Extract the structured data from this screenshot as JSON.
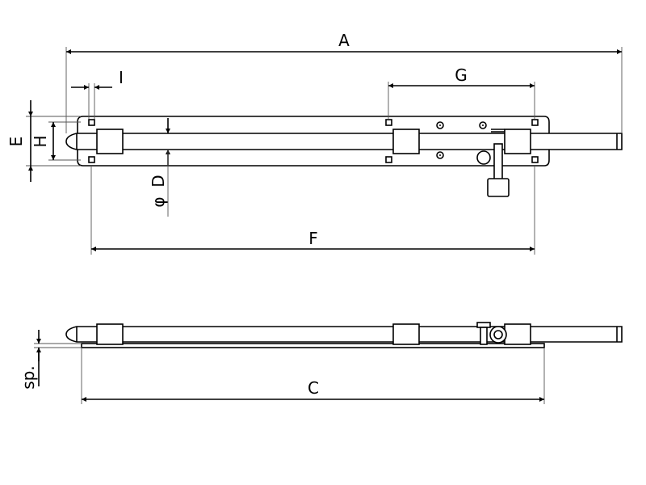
{
  "dimensions": {
    "A": "A",
    "G": "G",
    "I": "I",
    "E": "E",
    "H": "H",
    "D": "D",
    "diameter_symbol": "φ",
    "F": "F",
    "sp": "sp.",
    "C": "C"
  }
}
